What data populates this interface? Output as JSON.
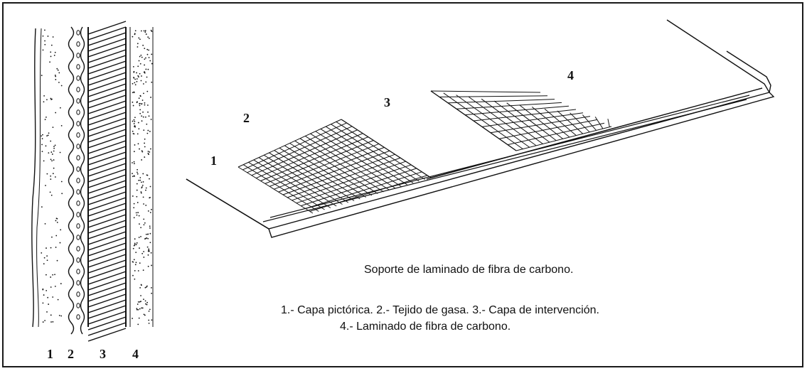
{
  "cross_section": {
    "labels": [
      "1",
      "2",
      "3",
      "4"
    ]
  },
  "perspective": {
    "labels": [
      "1",
      "2",
      "3",
      "4"
    ]
  },
  "caption": {
    "title": "Soporte de laminado de fibra de carbono.",
    "line1": "1.- Capa pictórica.  2.- Tejido de gasa.  3.- Capa de intervención.",
    "line2": "4.- Laminado de fibra de carbono."
  }
}
